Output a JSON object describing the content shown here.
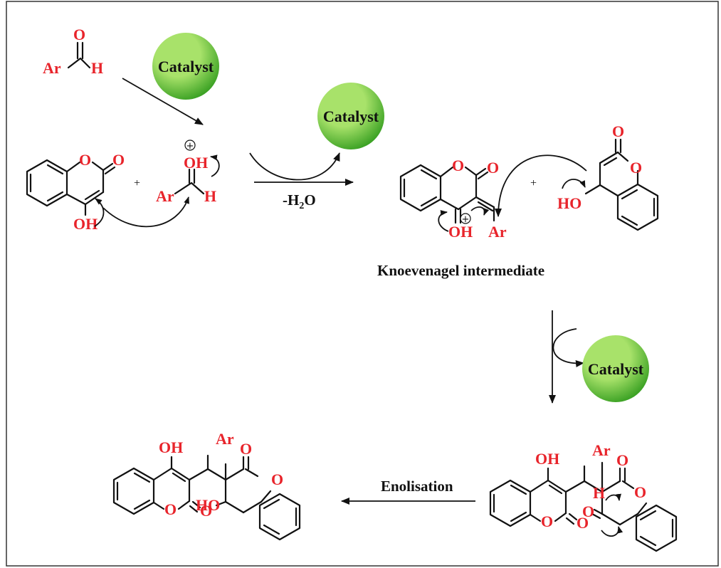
{
  "colors": {
    "heteroatom": "#e8242b",
    "bond": "#111111",
    "catalyst_light": "#a8e26a",
    "catalyst_dark": "#2f9a1c",
    "frame": "#333333"
  },
  "catalyst": {
    "label": "Catalyst"
  },
  "aldehyde": {
    "aryl": "Ar",
    "oxygen": "O",
    "hydrogen": "H"
  },
  "hydroxycoumarin": {
    "ring_oxygen": "O",
    "carbonyl_oxygen": "O",
    "hydroxyl": "OH"
  },
  "activated_aldehyde": {
    "hydroxyl": "OH",
    "aryl": "Ar",
    "hydrogen": "H",
    "charge": "+"
  },
  "reaction": {
    "plus": "+",
    "byproduct": "-H",
    "byproduct_subscript": "2",
    "byproduct_suffix": "O",
    "step_enolisation": "Enolisation"
  },
  "knoevenagel": {
    "label": "Knoevenagel intermediate",
    "ring_oxygen": "O",
    "carbonyl_oxygen": "O",
    "hydroxyl": "OH",
    "aryl": "Ar",
    "charge": "+"
  },
  "second_coumarin": {
    "carbonyl_oxygen": "O",
    "ring_oxygen": "O",
    "hydroxyl": "HO"
  },
  "michael_adduct": {
    "hydroxyl": "OH",
    "aryl": "Ar",
    "left_ring_oxygen": "O",
    "left_carbonyl_oxygen": "O",
    "right_carbonyl_oxygen_top": "O",
    "right_ring_oxygen": "O",
    "hydrogen": "H",
    "keto_oxygen": "O"
  },
  "product": {
    "hydroxyl": "OH",
    "aryl": "Ar",
    "left_ring_oxygen": "O",
    "left_carbonyl_oxygen": "O",
    "right_carbonyl_oxygen": "O",
    "right_ring_oxygen": "O",
    "inner_hydroxyl": "HO"
  }
}
